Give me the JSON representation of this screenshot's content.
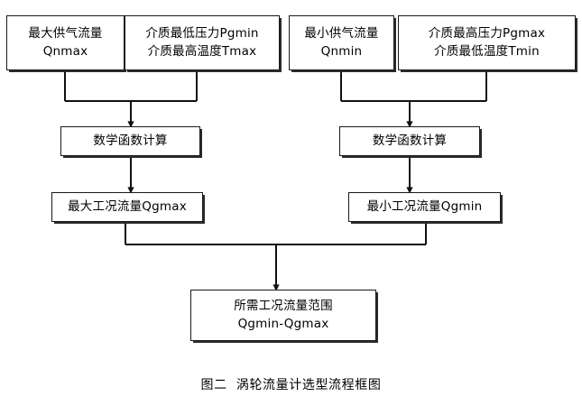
{
  "diagram": {
    "title_caption": "图二  涡轮流量计选型流程框图",
    "colors": {
      "background": "#ffffff",
      "stroke": "#1a1a1a",
      "shadow": "#2b2b2b",
      "text": "#000000"
    },
    "nodes": {
      "max_supply_flow": {
        "line1": "最大供气流量",
        "line2": "Qnmax"
      },
      "min_pressure_max_temp": {
        "line1": "介质最低压力Pgmin",
        "line2": "介质最高温度Tmax"
      },
      "min_supply_flow": {
        "line1": "最小供气流量",
        "line2": "Qnmin"
      },
      "max_pressure_min_temp": {
        "line1": "介质最高压力Pgmax",
        "line2": "介质最低温度Tmin"
      },
      "math_calc_left": {
        "line1": "数学函数计算"
      },
      "math_calc_right": {
        "line1": "数学函数计算"
      },
      "max_working_flow": {
        "line1": "最大工况流量Qgmax"
      },
      "min_working_flow": {
        "line1": "最小工况流量Qgmin"
      },
      "required_flow_range": {
        "line1": "所需工况流量范围",
        "line2": "Qgmin-Qgmax"
      }
    },
    "connectors": [
      {
        "name": "qnmax-to-junction-left",
        "from": "max_supply_flow",
        "to": "math_calc_left"
      },
      {
        "name": "pgmin-to-junction-left",
        "from": "min_pressure_max_temp",
        "to": "math_calc_left"
      },
      {
        "name": "junction-left-to-calc-left",
        "from": "junction_left",
        "to": "math_calc_left"
      },
      {
        "name": "calc-left-to-qgmax",
        "from": "math_calc_left",
        "to": "max_working_flow"
      },
      {
        "name": "qnmin-to-junction-right",
        "from": "min_supply_flow",
        "to": "math_calc_right"
      },
      {
        "name": "pgmax-to-junction-right",
        "from": "max_pressure_min_temp",
        "to": "math_calc_right"
      },
      {
        "name": "junction-right-to-calc-right",
        "from": "junction_right",
        "to": "math_calc_right"
      },
      {
        "name": "calc-right-to-qgmin",
        "from": "math_calc_right",
        "to": "min_working_flow"
      },
      {
        "name": "qgmax-to-merge",
        "from": "max_working_flow",
        "to": "required_flow_range"
      },
      {
        "name": "qgmin-to-merge",
        "from": "min_working_flow",
        "to": "required_flow_range"
      },
      {
        "name": "merge-to-range",
        "from": "merge_junction",
        "to": "required_flow_range"
      }
    ]
  }
}
